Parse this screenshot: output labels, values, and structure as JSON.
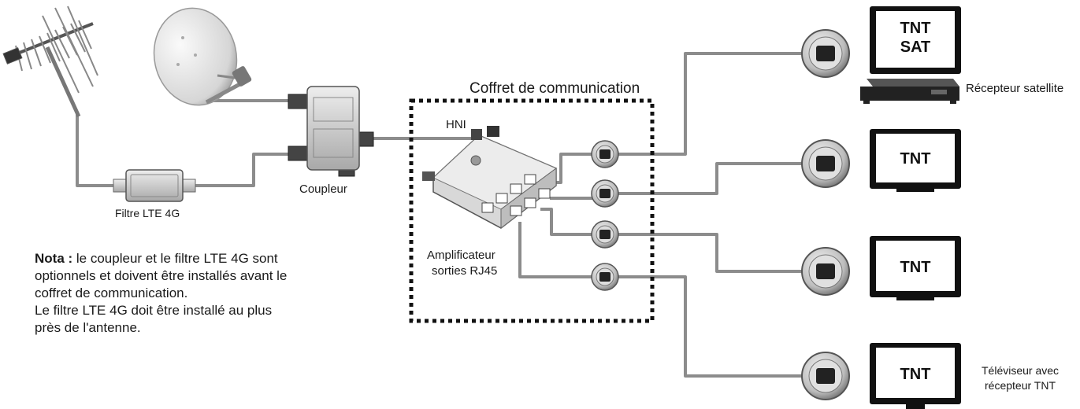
{
  "labels": {
    "filter": "Filtre LTE 4G",
    "coupler": "Coupleur",
    "box_title": "Coffret de communication",
    "hni": "HNI",
    "amplifier_line1": "Amplificateur",
    "amplifier_line2": "sorties RJ45",
    "sat_receiver": "Récepteur satellite",
    "tv_receiver_line1": "Téléviseur avec",
    "tv_receiver_line2": "récepteur TNT"
  },
  "tvs": [
    {
      "line1": "TNT",
      "line2": "SAT"
    },
    {
      "line1": "TNT",
      "line2": ""
    },
    {
      "line1": "TNT",
      "line2": ""
    },
    {
      "line1": "TNT",
      "line2": ""
    }
  ],
  "note": {
    "bold": "Nota :",
    "text1": " le coupleur et le filtre LTE 4G sont optionnels et doivent être installés avant le coffret de communication.",
    "text2": "Le filtre LTE 4G doit être installé au plus près de l'antenne."
  },
  "colors": {
    "cable": "#8c8c8c",
    "dotted_border": "#111111",
    "device": "#d9d9d9",
    "device_dark": "#555555"
  }
}
